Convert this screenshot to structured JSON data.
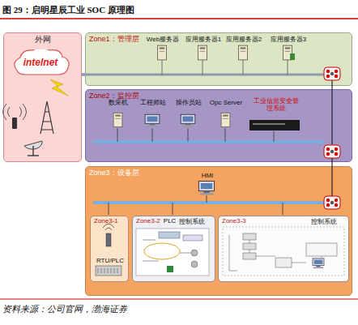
{
  "diagram": {
    "title": "图 29：启明星辰工业 SOC 原理图",
    "caption": "资料来源：公司官网，渤海证券",
    "nodes": [
      {
        "text": [
          "外网"
        ]
      },
      {
        "text": [
          "intelnet"
        ],
        "in": 0
      },
      {
        "text": [
          "Zone1：管理层"
        ]
      },
      {
        "text": [
          "Web服务器"
        ],
        "in": 2
      },
      {
        "text": [
          "应用服务器1"
        ],
        "in": 2
      },
      {
        "text": [
          "应用服务器2"
        ],
        "in": 2
      },
      {
        "text": [
          "应用服务器3"
        ],
        "in": 2
      },
      {
        "text": [
          "Zone2：监控层"
        ]
      },
      {
        "text": [
          "数采机"
        ],
        "in": 7
      },
      {
        "text": [
          "工程师站"
        ],
        "in": 7
      },
      {
        "text": [
          "操作员站"
        ],
        "in": 7
      },
      {
        "text": [
          "Opc Server"
        ],
        "in": 7
      },
      {
        "text": [
          "工业信息安全管理系统"
        ],
        "in": 7
      },
      {
        "text": [
          "Zone3：设备层"
        ]
      },
      {
        "text": [
          "HMI"
        ],
        "in": 13
      },
      {
        "text": [
          "Zone3-1"
        ],
        "in": 13
      },
      {
        "text": [
          "RTU/PLC"
        ],
        "in": 15
      },
      {
        "text": [
          "Zone3-2",
          "PLC",
          "控制系统"
        ],
        "in": 13
      },
      {
        "text": [
          "Zone3-3",
          "控制系统"
        ],
        "in": 13
      }
    ],
    "edges": [
      {
        "from": 0,
        "to": 2,
        "arrow": "none"
      },
      {
        "from": 2,
        "to": 7,
        "arrow": "none"
      },
      {
        "from": 7,
        "to": 13,
        "arrow": "none"
      }
    ]
  }
}
